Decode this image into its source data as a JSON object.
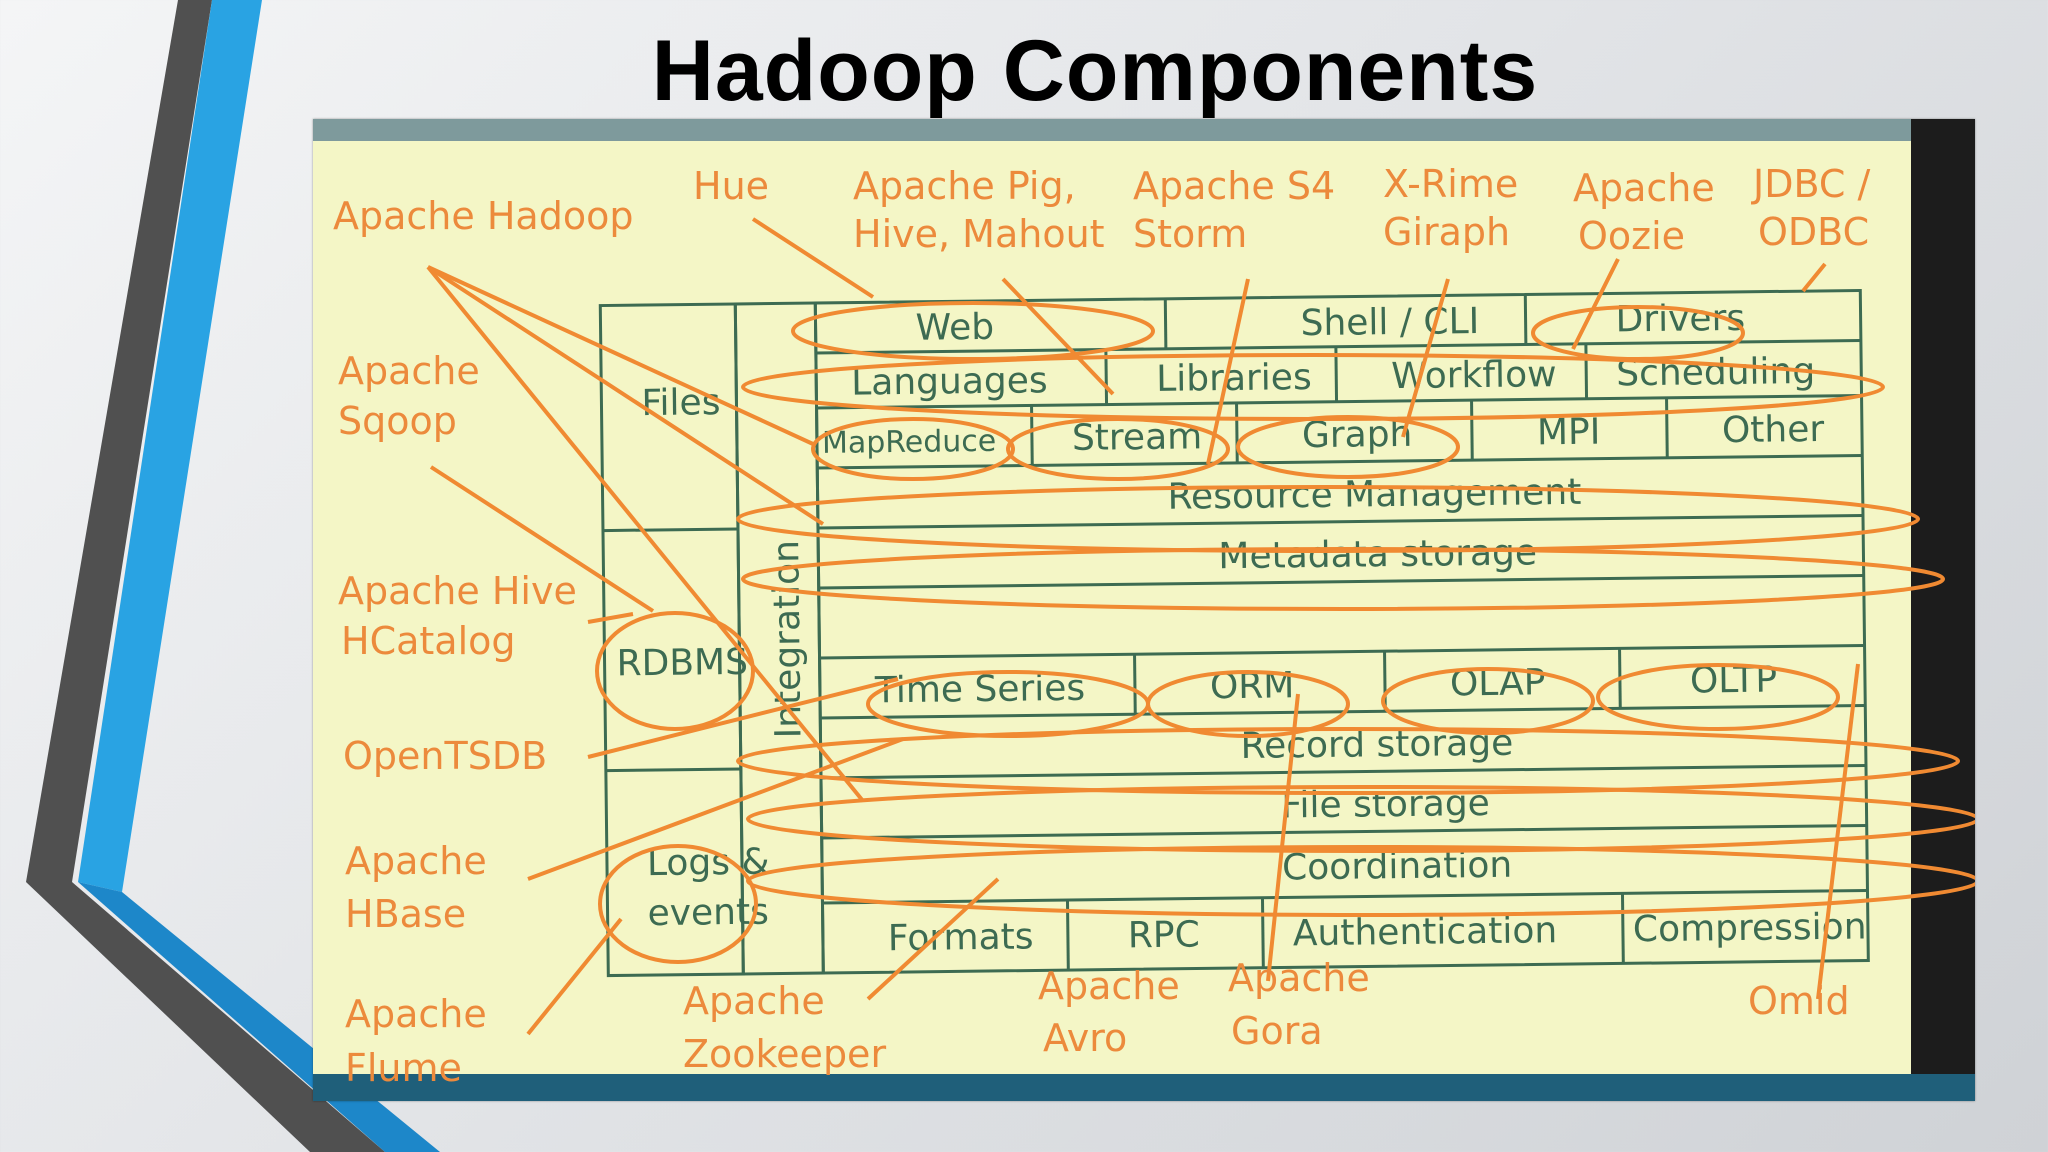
{
  "slide": {
    "title": "Hadoop Components"
  },
  "colors": {
    "accent_blue": "#29a3e3",
    "dark_stripe": "#4a4a4a",
    "ink_orange": "#f08a32",
    "grid_green": "#3d6b52",
    "paper": "#f4f6c6"
  },
  "stack": {
    "files": "Files",
    "rdbms": "RDBMS",
    "logs_line1": "Logs &",
    "logs_line2": "events",
    "integration": "Integration",
    "row_access": [
      "Web",
      "Shell / CLI",
      "Drivers"
    ],
    "row_tools": [
      "Languages",
      "Libraries",
      "Workflow",
      "Scheduling"
    ],
    "row_compute": [
      "MapReduce",
      "Stream",
      "Graph",
      "MPI",
      "Other"
    ],
    "resource": "Resource Management",
    "metadata": "Metadata storage",
    "row_models": [
      "Time Series",
      "ORM",
      "OLAP",
      "OLTP"
    ],
    "record": "Record storage",
    "file": "File storage",
    "coordination": "Coordination",
    "row_bottom": [
      "Formats",
      "RPC",
      "Authentication",
      "Compression"
    ]
  },
  "annotations": {
    "hadoop": "Apache Hadoop",
    "hue": "Hue",
    "pig_1": "Apache Pig,",
    "pig_2": "Hive, Mahout",
    "s4_1": "Apache S4",
    "s4_2": "Storm",
    "xrime_1": "X-Rime",
    "xrime_2": "Giraph",
    "oozie_1": "Apache",
    "oozie_2": "Oozie",
    "jdbc_1": "JDBC /",
    "jdbc_2": "ODBC",
    "sqoop_1": "Apache",
    "sqoop_2": "Sqoop",
    "hive_1": "Apache Hive",
    "hive_2": "HCatalog",
    "opentsdb": "OpenTSDB",
    "hbase_1": "Apache",
    "hbase_2": "HBase",
    "flume_1": "Apache",
    "flume_2": "Flume",
    "zk_1": "Apache",
    "zk_2": "Zookeeper",
    "avro_1": "Apache",
    "avro_2": "Avro",
    "gora_1": "Apache",
    "gora_2": "Gora",
    "omid": "Omid"
  }
}
